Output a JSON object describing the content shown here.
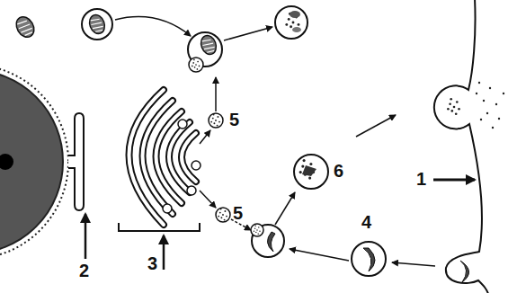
{
  "diagram": {
    "labels": [
      "1",
      "2",
      "3",
      "4",
      "5",
      "5",
      "6"
    ]
  }
}
